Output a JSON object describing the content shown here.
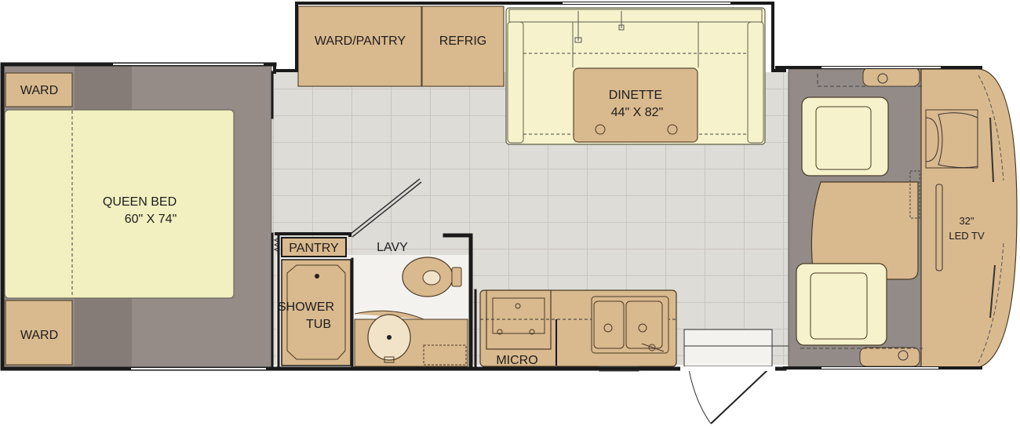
{
  "labels": {
    "ward_pantry": "WARD/PANTRY",
    "refrig": "REFRIG",
    "dinette_name": "DINETTE",
    "dinette_size": "44\" X 82\"",
    "ward_top": "WARD",
    "ward_bottom": "WARD",
    "queen_bed_name": "QUEEN BED",
    "queen_bed_size": "60\" X 74\"",
    "pantry": "PANTRY",
    "lavy": "LAVY",
    "shower_1": "SHOWER",
    "shower_2": "TUB",
    "micro": "MICRO",
    "tv_1": "32\"",
    "tv_2": "LED TV"
  },
  "colors": {
    "wall": "#1a1a1a",
    "cabinet": "#d9b98e",
    "bed_area": "#958b87",
    "mattress": "#f2efc0",
    "upholstery": "#f6f3cc",
    "floor_tile": "#dedcd7",
    "cab_floor": "#928b88"
  }
}
